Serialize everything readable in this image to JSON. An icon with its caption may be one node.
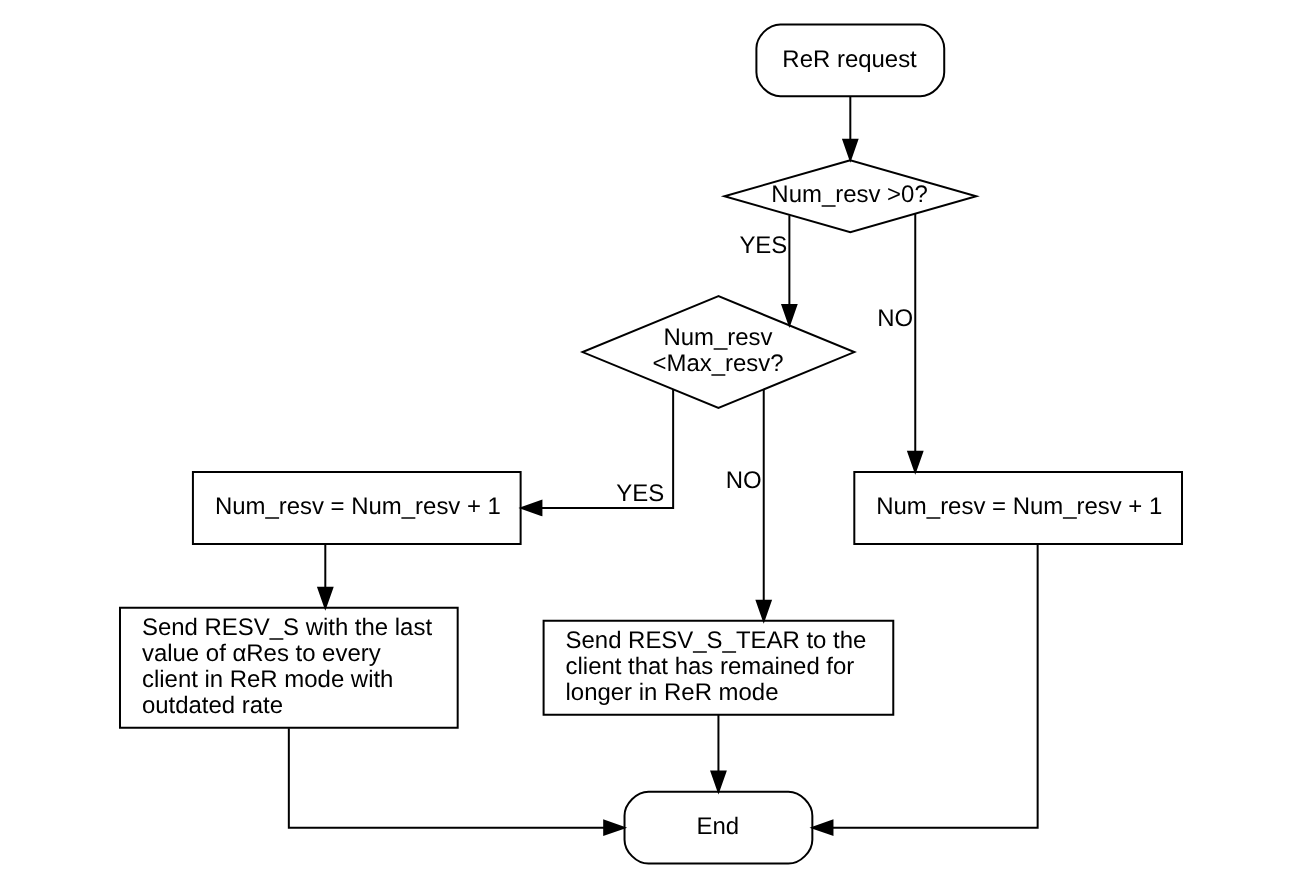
{
  "diagram": {
    "nodes": [
      {
        "text": [
          "ReR request"
        ]
      },
      {
        "text": [
          "Num_resv >0?"
        ]
      },
      {
        "text": [
          "Num_resv <Max_resv?"
        ]
      },
      {
        "text": [
          "Num_resv = Num_resv + 1"
        ]
      },
      {
        "text": [
          "Send RESV_S with the last value of αRes to every client in ReR mode with outdated rate"
        ]
      },
      {
        "text": [
          "Send RESV_S_TEAR to the client that has remained for longer in ReR mode"
        ]
      },
      {
        "text": [
          "Num_resv = Num_resv + 1"
        ]
      },
      {
        "text": [
          "End"
        ]
      }
    ],
    "edges": [
      {
        "from": 0,
        "to": 1,
        "arrow": "to"
      },
      {
        "from": 1,
        "to": 2,
        "arrow": "to",
        "label": "YES"
      },
      {
        "from": 1,
        "to": 6,
        "arrow": "to",
        "label": "NO"
      },
      {
        "from": 2,
        "to": 3,
        "arrow": "to",
        "label": "YES"
      },
      {
        "from": 2,
        "to": 5,
        "arrow": "to",
        "label": "NO"
      },
      {
        "from": 3,
        "to": 4,
        "arrow": "to"
      },
      {
        "from": 4,
        "to": 7,
        "arrow": "to"
      },
      {
        "from": 5,
        "to": 7,
        "arrow": "to"
      },
      {
        "from": 6,
        "to": 7,
        "arrow": "to"
      }
    ]
  }
}
